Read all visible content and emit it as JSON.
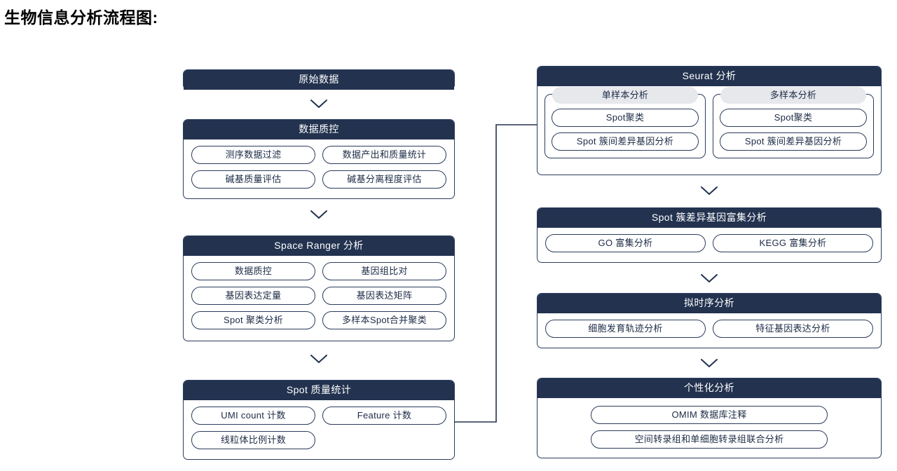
{
  "page": {
    "title": "生物信息分析流程图:"
  },
  "colors": {
    "header_navy": "#22324f",
    "border_navy": "#2b3c5c",
    "subpanel_title_gray": "#e6e8ec",
    "background": "#ffffff",
    "title_text": "#000000"
  },
  "icons": {
    "chevron_down": "chevron-down-icon",
    "elbow_connector": "elbow-connector-icon"
  },
  "flow": {
    "left_column": [
      {
        "id": "raw-data",
        "title": "原始数据",
        "items": []
      },
      {
        "id": "data-qc",
        "title": "数据质控",
        "items": [
          "测序数据过滤",
          "数据产出和质量统计",
          "碱基质量评估",
          "碱基分离程度评估"
        ]
      },
      {
        "id": "space-ranger",
        "title": "Space Ranger 分析",
        "items": [
          "数据质控",
          "基因组比对",
          "基因表达定量",
          "基因表达矩阵",
          "Spot 聚类分析",
          "多样本Spot合并聚类"
        ]
      },
      {
        "id": "spot-quality",
        "title": "Spot 质量统计",
        "items": [
          "UMI count 计数",
          "Feature 计数",
          "线粒体比例计数"
        ]
      }
    ],
    "right_column": [
      {
        "id": "seurat",
        "title": "Seurat 分析",
        "subpanels": [
          {
            "id": "single-sample",
            "title": "单样本分析",
            "items": [
              "Spot聚类",
              "Spot 簇间差异基因分析"
            ]
          },
          {
            "id": "multi-sample",
            "title": "多样本分析",
            "items": [
              "Spot聚类",
              "Spot 簇间差异基因分析"
            ]
          }
        ]
      },
      {
        "id": "spot-cluster-enrichment",
        "title": "Spot 簇差异基因富集分析",
        "items": [
          "GO 富集分析",
          "KEGG 富集分析"
        ]
      },
      {
        "id": "pseudotime",
        "title": "拟时序分析",
        "items": [
          "细胞发育轨迹分析",
          "特征基因表达分析"
        ]
      },
      {
        "id": "personalized",
        "title": "个性化分析",
        "items": [
          "OMIM 数据库注释",
          "空间转录组和单细胞转录组联合分析"
        ]
      }
    ]
  }
}
